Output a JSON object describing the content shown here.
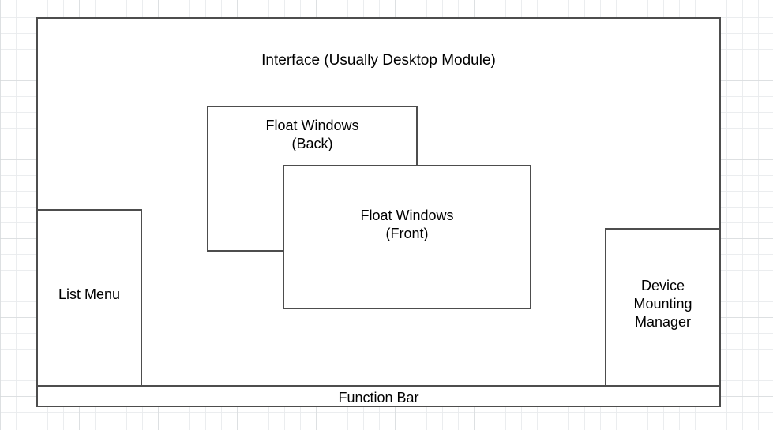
{
  "diagram": {
    "title": "Interface (Usually Desktop Module)",
    "background": "#ffffff",
    "grid_color": "#e9ebed",
    "line_color": "#4d4d4d",
    "text_color": "#000000",
    "boxes": {
      "interface": {
        "label": "Interface (Usually Desktop Module)",
        "name": "interface-container"
      },
      "list_menu": {
        "label": "List Menu",
        "name": "list-menu"
      },
      "float_back": {
        "label": "Float Windows\n(Back)",
        "name": "float-windows-back"
      },
      "float_front": {
        "label": "Float Windows\n(Front)",
        "name": "float-windows-front"
      },
      "device_manager": {
        "label": "Device\nMounting\nManager",
        "name": "device-mounting-manager"
      },
      "function_bar": {
        "label": "Function Bar",
        "name": "function-bar"
      }
    }
  }
}
